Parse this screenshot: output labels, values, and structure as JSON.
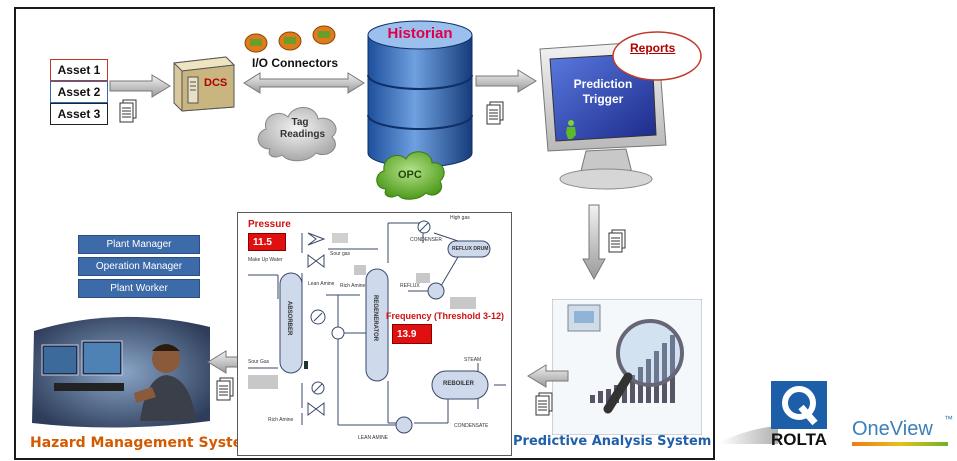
{
  "assets": [
    "Asset 1",
    "Asset 2",
    "Asset 3"
  ],
  "dcs_label": "DCS",
  "io_connectors_label": "I/O Connectors",
  "tag_readings_label": "Tag\nReadings",
  "historian_label": "Historian",
  "opc_label": "OPC",
  "reports_label": "Reports",
  "prediction_trigger_label": "Prediction\nTrigger",
  "roles": [
    "Plant Manager",
    "Operation Manager",
    "Plant Worker"
  ],
  "hazard_system_label": "Hazard Management System",
  "predictive_system_label": "Predictive Analysis System",
  "pid": {
    "pressure_label": "Pressure",
    "pressure_value": "11.5",
    "frequency_label": "Frequency (Threshold 3-12)",
    "frequency_value": "13.9",
    "absorber": "ABSORBER",
    "regenerator": "REGENERATOR",
    "reboiler": "REBOILER",
    "reflux_drum": "REFLUX DRUM",
    "condenser": "CONDENSER",
    "sour_gas_top": "Sour gas",
    "sour_gas_left": "Sour Gas",
    "make_up_water": "Make Up Water",
    "lean_amine": "Lean Amine",
    "rich_amine": "Rich Amine",
    "rich_amine_bottom": "Rich Amine",
    "reflux": "REFLUX",
    "steam": "STEAM",
    "condensate": "CONDENSATE",
    "lean_amine_bottom": "LEAN AMINE",
    "high_gas": "High gas"
  },
  "brand": {
    "rolta": "ROLTA",
    "oneview": "OneView",
    "tm": "™"
  },
  "colors": {
    "role_blue": "#3d6aa8",
    "hazard_title": "#d45a00",
    "predictive_title": "#1f5fa8",
    "historian_title": "#e0004a",
    "rolta_blue": "#1d5ea8",
    "alarm_red": "#e01010"
  }
}
